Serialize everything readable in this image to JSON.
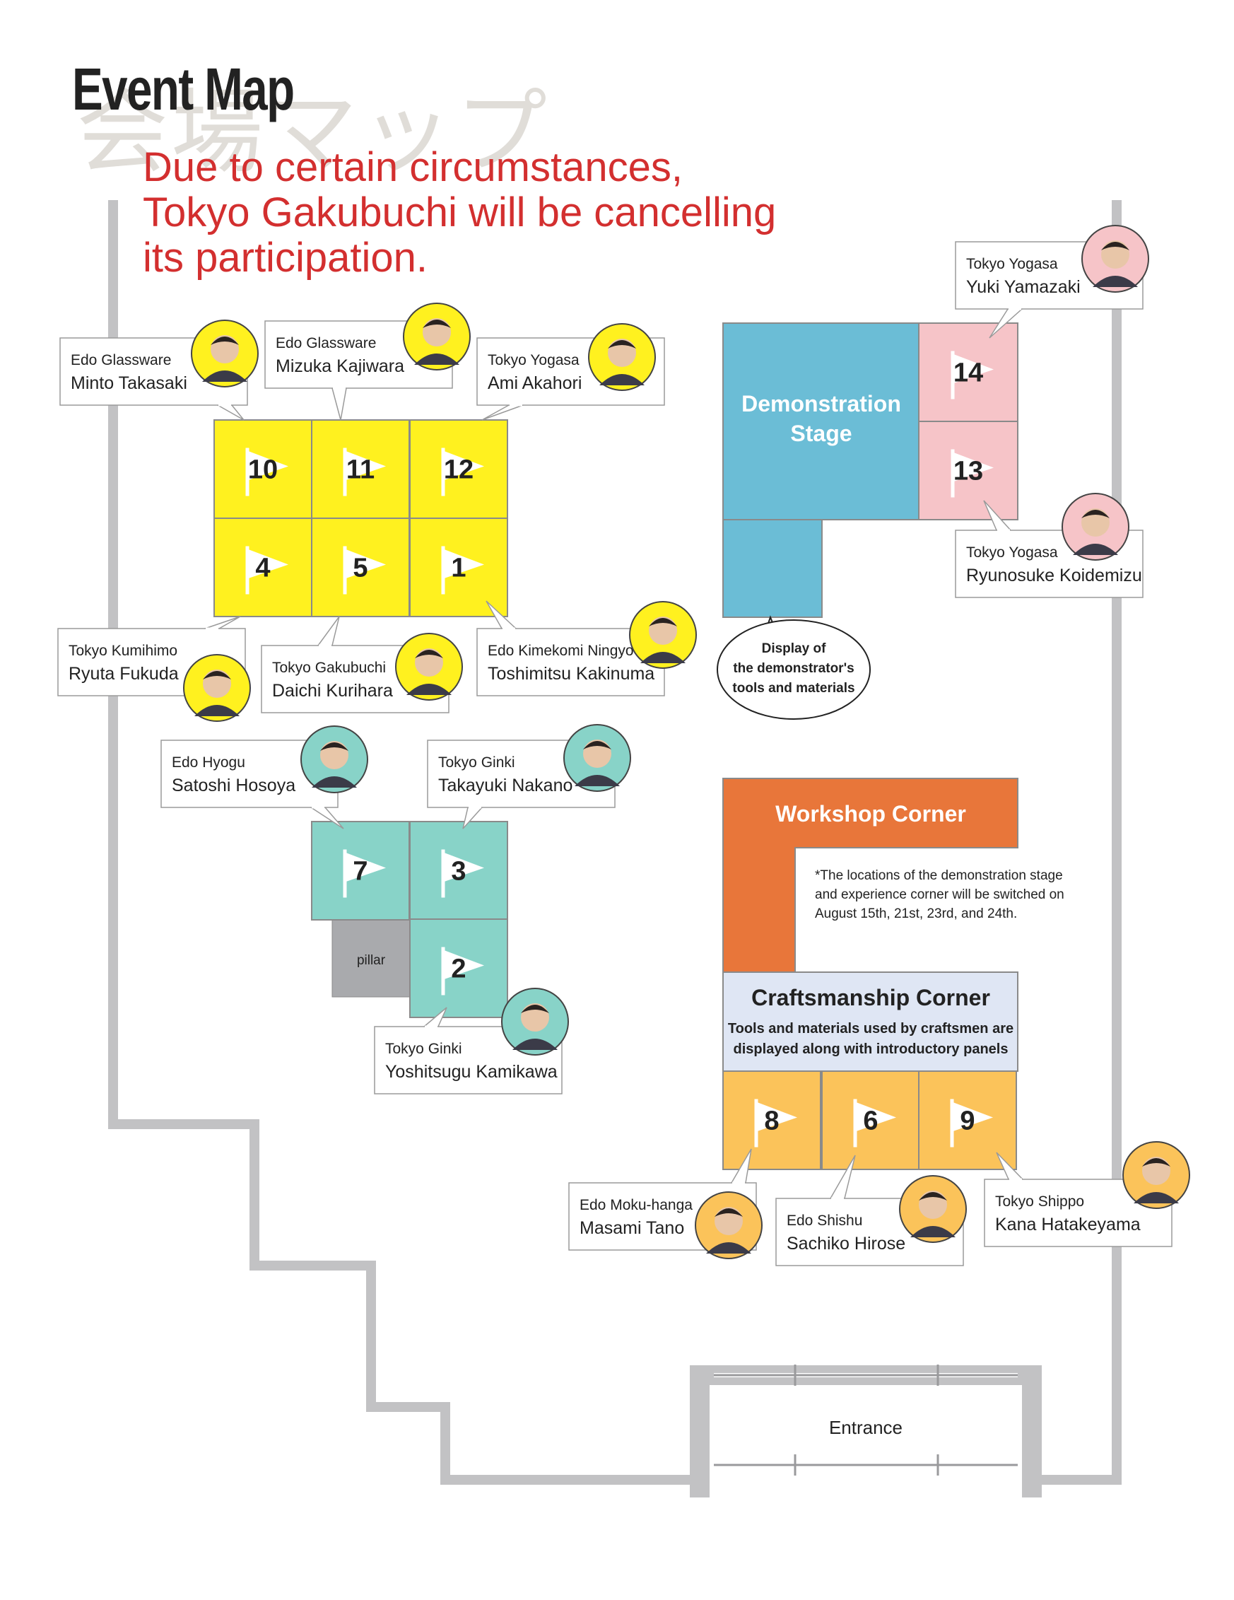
{
  "header": {
    "title": "Event Map",
    "title_jp": "会場マップ",
    "notice_lines": [
      "Due to certain circumstances,",
      "Tokyo Gakubuchi will be cancelling",
      "its participation."
    ]
  },
  "colors": {
    "yellow": "#fff11f",
    "teal": "#88d3c8",
    "pink": "#f6c4c8",
    "blue": "#6bbdd6",
    "orange": "#e8763a",
    "light_orange": "#fbc35a",
    "lavender": "#dfe6f4",
    "pillar": "#a9aaad",
    "notice_red": "#d32f2f",
    "walls": "#c2c2c4"
  },
  "booths": [
    {
      "number": "10"
    },
    {
      "number": "11"
    },
    {
      "number": "12"
    },
    {
      "number": "4"
    },
    {
      "number": "5"
    },
    {
      "number": "1"
    },
    {
      "number": "7"
    },
    {
      "number": "3"
    },
    {
      "number": "2"
    },
    {
      "number": "14"
    },
    {
      "number": "13"
    },
    {
      "number": "8"
    },
    {
      "number": "6"
    },
    {
      "number": "9"
    }
  ],
  "areas": {
    "demonstration_stage": [
      "Demonstration",
      "Stage"
    ],
    "display_bubble": [
      "Display of",
      "the demonstrator's",
      "tools and materials"
    ],
    "workshop_corner": "Workshop Corner",
    "workshop_note": [
      "*The locations of the demonstration stage",
      "and experience corner will be switched on",
      "August 15th, 21st, 23rd, and 24th."
    ],
    "craftsmanship_title": "Craftsmanship Corner",
    "craftsmanship_desc": [
      "Tools and materials used by craftsmen are",
      "displayed along with introductory panels"
    ],
    "pillar": "pillar",
    "entrance": "Entrance"
  },
  "exhibitors": [
    {
      "craft": "Edo Glassware",
      "name": "Minto Takasaki",
      "booth": "10"
    },
    {
      "craft": "Edo Glassware",
      "name": "Mizuka Kajiwara",
      "booth": "11"
    },
    {
      "craft": "Tokyo Yogasa",
      "name": "Ami Akahori",
      "booth": "12"
    },
    {
      "craft": "Tokyo Kumihimo",
      "name": "Ryuta Fukuda",
      "booth": "4"
    },
    {
      "craft": "Tokyo Gakubuchi",
      "name": "Daichi Kurihara",
      "booth": "5"
    },
    {
      "craft": "Edo Kimekomi Ningyo",
      "name": "Toshimitsu Kakinuma",
      "booth": "1"
    },
    {
      "craft": "Edo Hyogu",
      "name": "Satoshi Hosoya",
      "booth": "7"
    },
    {
      "craft": "Tokyo Ginki",
      "name": "Takayuki Nakano",
      "booth": "3"
    },
    {
      "craft": "Tokyo Ginki",
      "name": "Yoshitsugu Kamikawa",
      "booth": "2"
    },
    {
      "craft": "Tokyo Yogasa",
      "name": "Yuki Yamazaki",
      "booth": "14"
    },
    {
      "craft": "Tokyo Yogasa",
      "name": "Ryunosuke Koidemizu",
      "booth": "13"
    },
    {
      "craft": "Edo Moku-hanga",
      "name": "Masami Tano",
      "booth": "8"
    },
    {
      "craft": "Edo Shishu",
      "name": "Sachiko Hirose",
      "booth": "6"
    },
    {
      "craft": "Tokyo Shippo",
      "name": "Kana Hatakeyama",
      "booth": "9"
    }
  ]
}
